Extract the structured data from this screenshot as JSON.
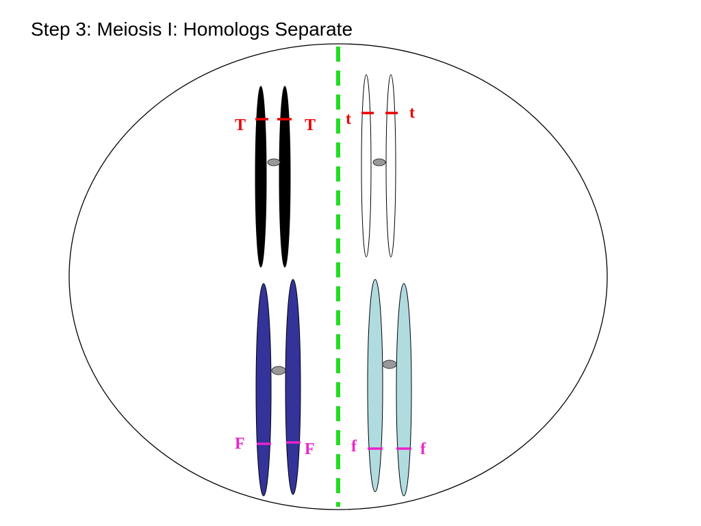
{
  "title": "Step 3:  Meiosis I:  Homologs Separate",
  "colors": {
    "cell_outline": "#000000",
    "division_line": "#22dd22",
    "chromosome_black": "#000000",
    "chromosome_white": "#ffffff",
    "chromosome_navy": "#333399",
    "chromosome_lightblue": "#b0dce0",
    "centromere": "#999999",
    "allele_t": "#ee0000",
    "allele_f": "#ee22cc"
  },
  "alleles": {
    "top_left_1": "T",
    "top_left_2": "T",
    "top_right_1": "t",
    "top_right_2": "t",
    "bottom_left_1": "F",
    "bottom_left_2": "F",
    "bottom_right_1": "f",
    "bottom_right_2": "f"
  }
}
